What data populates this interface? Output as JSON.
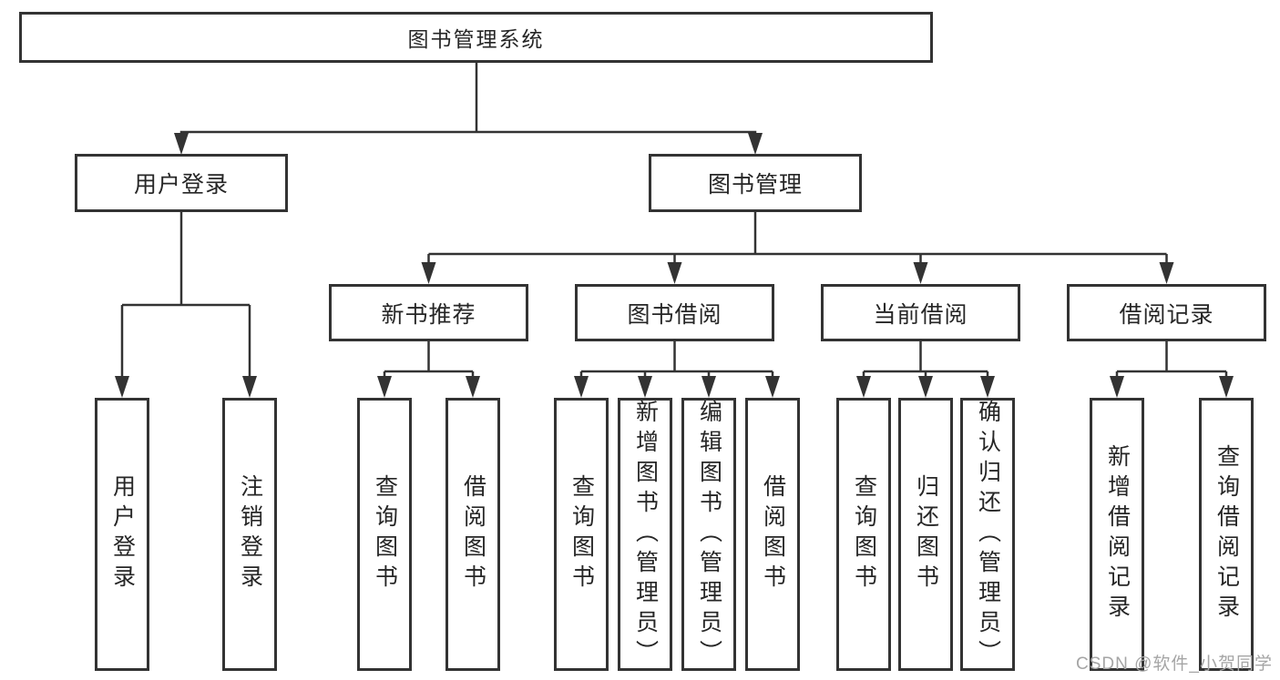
{
  "diagram": {
    "type": "hierarchy-flowchart",
    "tree": {
      "label": "图书管理系统",
      "children": [
        {
          "label": "用户登录",
          "children": [
            {
              "label": "用户登录"
            },
            {
              "label": "注销登录"
            }
          ]
        },
        {
          "label": "图书管理",
          "children": [
            {
              "label": "新书推荐",
              "children": [
                {
                  "label": "查询图书"
                },
                {
                  "label": "借阅图书"
                }
              ]
            },
            {
              "label": "图书借阅",
              "children": [
                {
                  "label": "查询图书"
                },
                {
                  "label": "新增图书（管理员）"
                },
                {
                  "label": "编辑图书（管理员）"
                },
                {
                  "label": "借阅图书"
                }
              ]
            },
            {
              "label": "当前借阅",
              "children": [
                {
                  "label": "查询图书"
                },
                {
                  "label": "归还图书"
                },
                {
                  "label": "确认归还（管理员）"
                }
              ]
            },
            {
              "label": "借阅记录",
              "children": [
                {
                  "label": "新增借阅记录"
                },
                {
                  "label": "查询借阅记录"
                }
              ]
            }
          ]
        }
      ]
    }
  },
  "watermark": "CSDN @软件_小贺同学",
  "colors": {
    "line": "#333333",
    "box_border": "#333333",
    "box_background": "#ffffff",
    "text": "#262626",
    "watermark": "#a5a5a5",
    "background": "#ffffff"
  }
}
